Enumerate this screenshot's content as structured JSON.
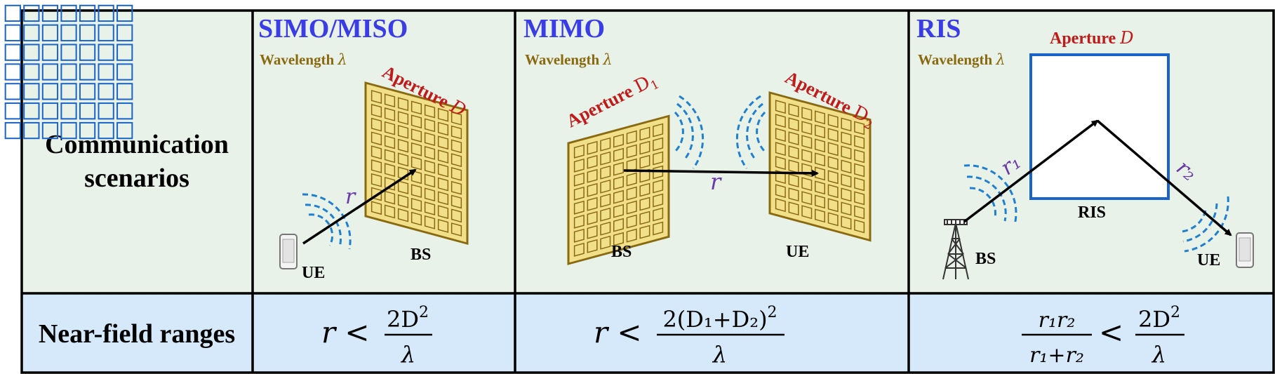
{
  "table": {
    "row1_header": {
      "line1": "Communication",
      "line2": "scenarios"
    },
    "row2_header": "Near-field ranges",
    "colors": {
      "top_row_bg": "#e9f2e8",
      "bottom_row_bg": "#d6e9fb",
      "title_blue": "#3a3de6",
      "wavelength_brown": "#8a6a10",
      "aperture_red": "#c01a1a",
      "wave_blue": "#1f7fd0",
      "panel_gold": "#f2df8a",
      "panel_gold_border": "#8a6a10",
      "ris_blue": "#1a63c8",
      "distance_purple": "#6a3aa8"
    }
  },
  "cells": {
    "simo": {
      "title": "SIMO/MISO",
      "wavelength": "Wavelength",
      "lambda": "λ",
      "aperture": "Aperture",
      "aperture_var": "D",
      "distance": "r",
      "bs": "BS",
      "ue": "UE",
      "formula": {
        "lhs": "r <",
        "num": "2D",
        "num_exp": "2",
        "den": "λ"
      }
    },
    "mimo": {
      "title": "MIMO",
      "wavelength": "Wavelength",
      "lambda": "λ",
      "aperture1": "Aperture",
      "aperture1_var": "D",
      "aperture1_sub": "1",
      "aperture2": "Aperture",
      "aperture2_var": "D",
      "aperture2_sub": "2",
      "distance": "r",
      "bs": "BS",
      "ue": "UE",
      "formula": {
        "lhs": "r <",
        "num": "2(D₁+D₂)",
        "num_exp": "2",
        "den": "λ"
      }
    },
    "ris": {
      "title": "RIS",
      "wavelength": "Wavelength",
      "lambda": "λ",
      "aperture": "Aperture",
      "aperture_var": "D",
      "ris_label": "RIS",
      "r1": "r₁",
      "r2": "r₂",
      "bs": "BS",
      "ue": "UE",
      "formula": {
        "frac1_num": "r₁r₂",
        "frac1_den": "r₁+r₂",
        "lt": "<",
        "num": "2D",
        "num_exp": "2",
        "den": "λ"
      }
    }
  }
}
